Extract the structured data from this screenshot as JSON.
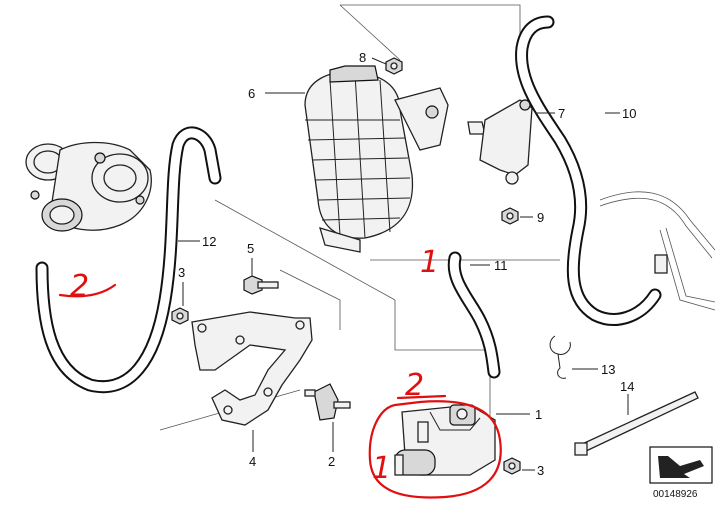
{
  "diagram": {
    "callouts": [
      {
        "id": "1"
      },
      {
        "id": "1"
      },
      {
        "id": "2"
      },
      {
        "id": "3"
      },
      {
        "id": "3"
      },
      {
        "id": "4"
      },
      {
        "id": "5"
      },
      {
        "id": "6"
      },
      {
        "id": "7"
      },
      {
        "id": "8"
      },
      {
        "id": "9"
      },
      {
        "id": "10"
      },
      {
        "id": "11"
      },
      {
        "id": "12"
      },
      {
        "id": "13"
      },
      {
        "id": "14"
      }
    ],
    "handwritten_marks": [
      "1",
      "1",
      "2",
      "2"
    ],
    "reference_number": "00148926",
    "colors": {
      "ink": "#111111",
      "annotation": "#e01010",
      "background": "#ffffff"
    },
    "icons": [
      "arrow-logo-icon"
    ]
  }
}
